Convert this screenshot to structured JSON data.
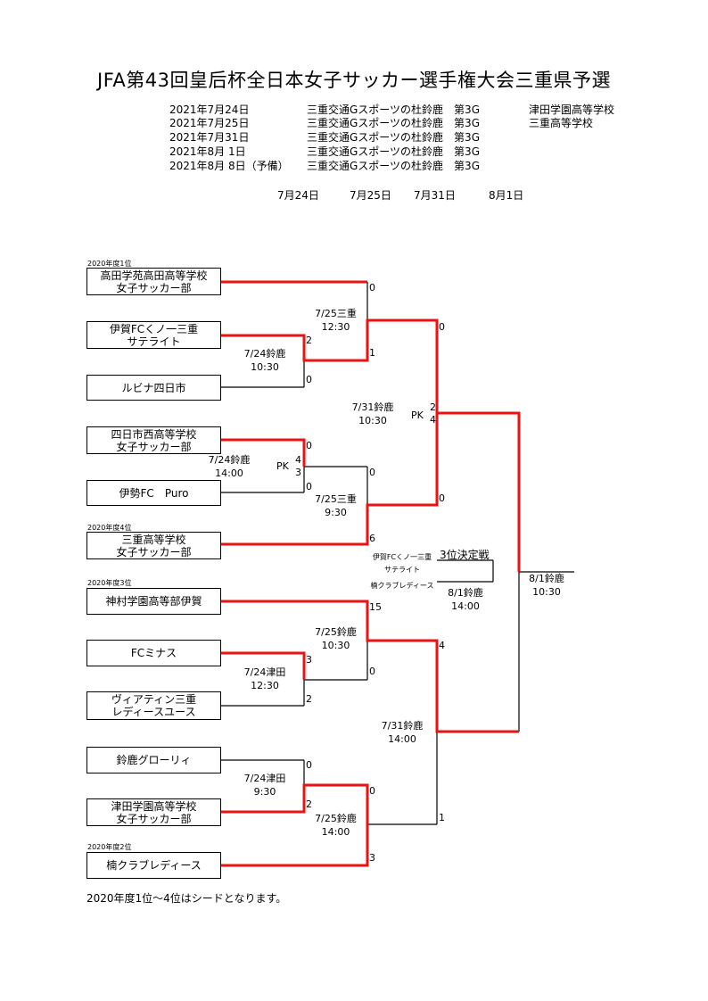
{
  "title": "JFA第43回皇后杯全日本女子サッカー選手権大会三重県予選",
  "schedule": [
    {
      "date": "2021年7月24日",
      "venue": "三重交通Gスポーツの杜鈴鹿　第3G",
      "extra": "津田学園高等学校"
    },
    {
      "date": "2021年7月25日",
      "venue": "三重交通Gスポーツの杜鈴鹿　第3G",
      "extra": "三重高等学校"
    },
    {
      "date": "2021年7月31日",
      "venue": "三重交通Gスポーツの杜鈴鹿　第3G",
      "extra": ""
    },
    {
      "date": "2021年8月 1日",
      "venue": "三重交通Gスポーツの杜鈴鹿　第3G",
      "extra": ""
    },
    {
      "date": "2021年8月 8日（予備）",
      "venue": "三重交通Gスポーツの杜鈴鹿　第3G",
      "extra": ""
    }
  ],
  "columns": [
    "7月24日",
    "7月25日",
    "7月31日",
    "8月1日"
  ],
  "teams": [
    {
      "l1": "高田学苑高田高等学校",
      "l2": "女子サッカー部",
      "seed": "2020年度1位"
    },
    {
      "l1": "伊賀FCくノ一三重",
      "l2": "サテライト",
      "seed": ""
    },
    {
      "l1": "ルビナ四日市",
      "l2": "",
      "seed": ""
    },
    {
      "l1": "四日市西高等学校",
      "l2": "女子サッカー部",
      "seed": ""
    },
    {
      "l1": "伊勢FC　Puro",
      "l2": "",
      "seed": ""
    },
    {
      "l1": "三重高等学校",
      "l2": "女子サッカー部",
      "seed": "2020年度4位"
    },
    {
      "l1": "神村学園高等部伊賀",
      "l2": "",
      "seed": "2020年度3位"
    },
    {
      "l1": "FCミナス",
      "l2": "",
      "seed": ""
    },
    {
      "l1": "ヴィアティン三重",
      "l2": "レディースユース",
      "seed": ""
    },
    {
      "l1": "鈴鹿グローリィ",
      "l2": "",
      "seed": ""
    },
    {
      "l1": "津田学園高等学校",
      "l2": "女子サッカー部",
      "seed": ""
    },
    {
      "l1": "楠クラブレディース",
      "l2": "",
      "seed": "2020年度2位"
    }
  ],
  "matches": [
    {
      "place": "7/24鈴鹿",
      "time": "10:30"
    },
    {
      "place": "7/25三重",
      "time": "12:30"
    },
    {
      "place": "7/24鈴鹿",
      "time": "14:00"
    },
    {
      "place": "7/25三重",
      "time": "9:30"
    },
    {
      "place": "7/31鈴鹿",
      "time": "10:30"
    },
    {
      "place": "7/24津田",
      "time": "12:30"
    },
    {
      "place": "7/25鈴鹿",
      "time": "10:30"
    },
    {
      "place": "7/24津田",
      "time": "9:30"
    },
    {
      "place": "7/25鈴鹿",
      "time": "14:00"
    },
    {
      "place": "7/31鈴鹿",
      "time": "14:00"
    },
    {
      "place": "8/1鈴鹿",
      "time": "10:30"
    },
    {
      "place": "8/1鈴鹿",
      "time": "14:00"
    }
  ],
  "scores": {
    "s1": "0",
    "s2": "2",
    "s3": "0",
    "s4": "1",
    "s5": "0",
    "s6": "0",
    "s7": "4",
    "s8": "3",
    "s9": "0",
    "s10": "0",
    "s11": "6",
    "s12": "0",
    "s13": "2",
    "s14": "4",
    "s15": "15",
    "s16": "3",
    "s17": "2",
    "s18": "0",
    "s19": "4",
    "s20": "0",
    "s21": "2",
    "s22": "0",
    "s23": "3",
    "s24": "1"
  },
  "pk": "PK",
  "third_place": {
    "title": "3位決定戦",
    "team1_l1": "伊賀FCくノ一三重",
    "team1_l2": "サテライト",
    "team2": "楠クラブレディース"
  },
  "note": "2020年度1位～4位はシードとなります。",
  "colors": {
    "winner": "#ee1111",
    "line": "#000000"
  }
}
